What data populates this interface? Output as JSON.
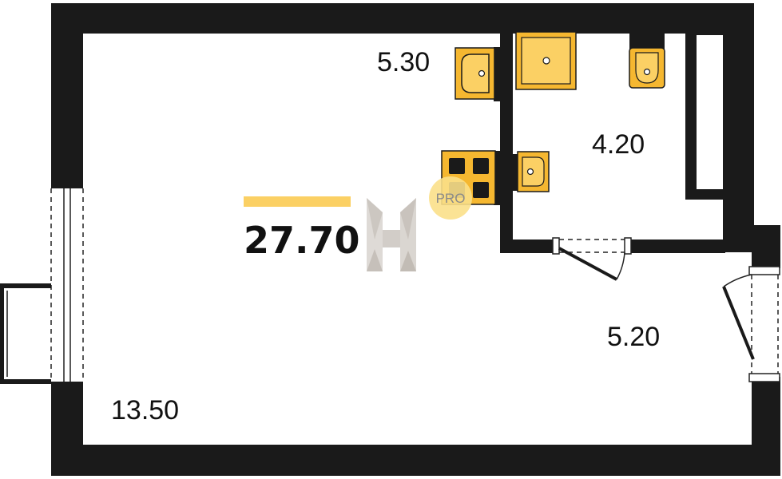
{
  "floorplan": {
    "total_area": "27.70",
    "rooms": [
      {
        "id": "main-room",
        "area": "13.50"
      },
      {
        "id": "kitchen",
        "area": "5.30"
      },
      {
        "id": "bathroom",
        "area": "4.20"
      },
      {
        "id": "hallway",
        "area": "5.20"
      }
    ],
    "badge": "PRO",
    "colors": {
      "wall": "#1a1a1a",
      "fixture": "#f5b730",
      "accent_bar": "#fbd064",
      "badge_circle": "#fbe08a",
      "logo": "#cfcac4"
    }
  }
}
